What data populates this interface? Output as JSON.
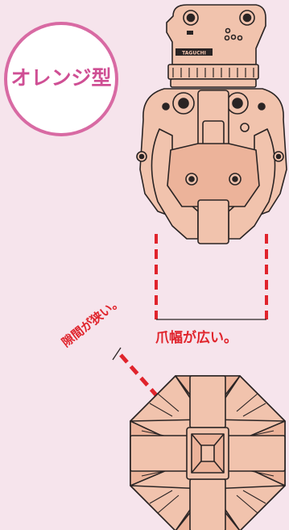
{
  "badge": {
    "label": "オレンジ型"
  },
  "labels": {
    "claw_width": "爪幅が広い。",
    "gap": "隙間が狭い。"
  },
  "colors": {
    "background": "#f6e4ec",
    "badge_border": "#d86aa3",
    "badge_text": "#cf4f94",
    "annotation_red": "#e0242c",
    "steel_fill": "#f1c3ad",
    "outline": "#2a2424"
  },
  "attachment": {
    "plate_text": "TAGUCHI"
  }
}
